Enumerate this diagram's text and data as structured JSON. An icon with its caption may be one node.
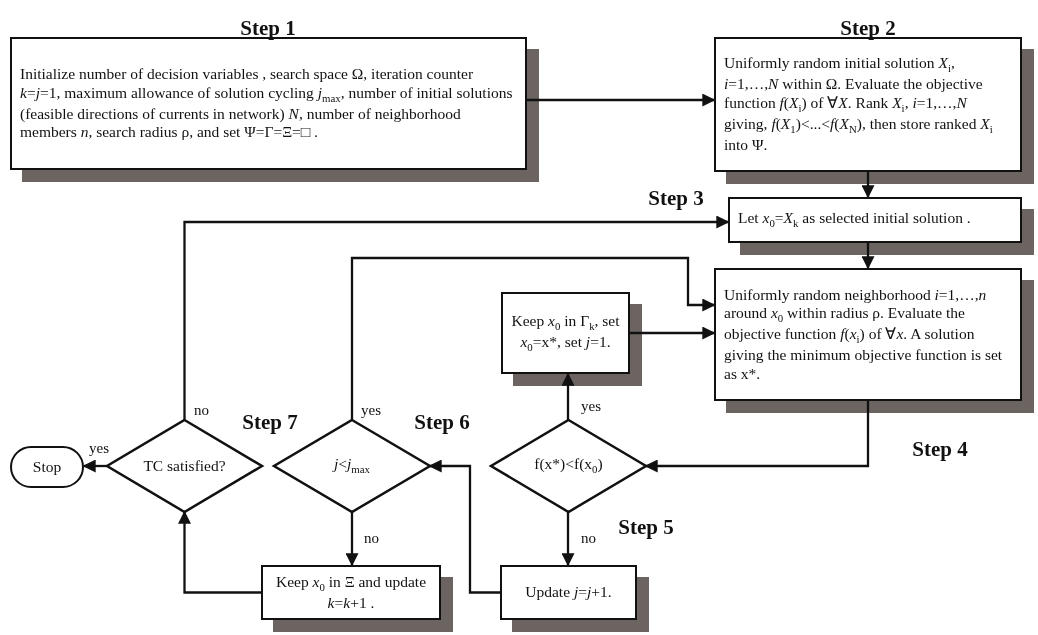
{
  "diagram": {
    "nodes": [
      {
        "text": [
          "Initialize number of decision variables , search space Ω, iteration counter *k*=*j*=1, maximum allowance of solution cycling *j*$_{max}$, number of initial solutions (feasible directions of currents in network) *N*, number of neighborhood members *n*, search radius ρ, and set Ψ=Γ=Ξ=□ ."
        ]
      },
      {
        "text": [
          "Uniformly random initial solution *X*$_{i}$, *i*=1,…,*N* within Ω. Evaluate the objective function *f*(*X*$_{i}$) of ∀*X*. Rank *X*$_{i}$, *i*=1,…,*N* giving, *f*(*X*$_{1}$)<...<*f*(*X*$_{N}$), then store ranked *X*$_{i}$ into Ψ."
        ]
      },
      {
        "text": [
          "Let *x*$_{0}$=*X*$_{k}$ as selected initial solution ."
        ]
      },
      {
        "text": [
          "Uniformly random neighborhood *i*=1,…,*n* around *x*$_{0}$ within radius ρ. Evaluate the objective function *f*(*x*$_{i}$) of ∀*x*. A solution giving the minimum objective function is set as x*."
        ]
      },
      {
        "text": [
          "Keep *x*$_{0}$ in Γ$_{k}$, set *x*$_{0}$=x*, set *j*=1."
        ]
      },
      {
        "text": [
          "f(x*)<f(x$_{0}$)"
        ]
      },
      {
        "text": [
          "Update *j*=*j*+1."
        ]
      },
      {
        "text": [
          "*j*<*j*$_{max}$"
        ]
      },
      {
        "text": [
          "Keep *x*$_{0}$ in Ξ and update *k*=*k*+1 ."
        ]
      },
      {
        "text": [
          "TC satisfied?"
        ]
      },
      {
        "text": [
          "Stop"
        ]
      }
    ],
    "edges": [
      {
        "from": 0,
        "to": 1,
        "arrow": "to"
      },
      {
        "from": 1,
        "to": 2,
        "arrow": "to"
      },
      {
        "from": 2,
        "to": 3,
        "arrow": "to"
      },
      {
        "from": 3,
        "to": 5,
        "arrow": "to"
      },
      {
        "from": 5,
        "to": 4,
        "arrow": "to",
        "label": "yes"
      },
      {
        "from": 5,
        "to": 6,
        "arrow": "to",
        "label": "no"
      },
      {
        "from": 4,
        "to": 3,
        "arrow": "to"
      },
      {
        "from": 6,
        "to": 7,
        "arrow": "to"
      },
      {
        "from": 7,
        "to": 3,
        "arrow": "to",
        "label": "yes"
      },
      {
        "from": 7,
        "to": 8,
        "arrow": "to",
        "label": "no"
      },
      {
        "from": 8,
        "to": 9,
        "arrow": "to"
      },
      {
        "from": 9,
        "to": 2,
        "arrow": "to",
        "label": "no"
      },
      {
        "from": 9,
        "to": 10,
        "arrow": "to",
        "label": "yes"
      }
    ],
    "labels": [
      "Step 1",
      "Step 2",
      "Step 3",
      "Step 4",
      "Step 7",
      "Step 6",
      "Step 5"
    ]
  }
}
